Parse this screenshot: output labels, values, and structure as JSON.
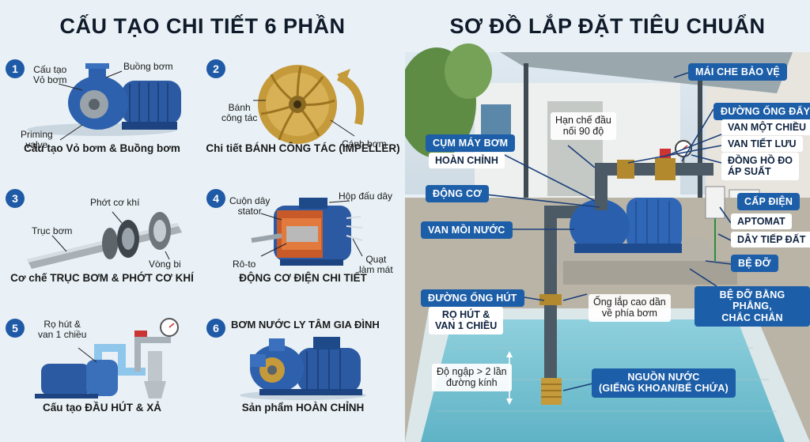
{
  "left": {
    "title": "CẤU TẠO CHI TIẾT 6 PHẦN",
    "cells": [
      {
        "num": "1",
        "caption": "Cấu tạo Vỏ bơm & Buồng bơm",
        "labels": [
          "Cấu tạo\nVỏ bơm",
          "Buồng bơm",
          "Priming\nvalve"
        ]
      },
      {
        "num": "2",
        "caption": "Chi tiết BÁNH CÔNG TÁC (IMPELLER)",
        "labels": [
          "Bánh\ncông tác",
          "Cánh bơm"
        ]
      },
      {
        "num": "3",
        "caption": "Cơ chế TRỤC BƠM & PHỚT CƠ KHÍ",
        "labels": [
          "Phớt cơ khí",
          "Trục bơm",
          "Vòng bi"
        ]
      },
      {
        "num": "4",
        "caption": "ĐỘNG CƠ ĐIỆN CHI TIẾT",
        "labels": [
          "Cuộn dây\nstator",
          "Hộp đấu dây",
          "Rô-to",
          "Quạt\nlàm mát"
        ]
      },
      {
        "num": "5",
        "caption": "Cấu tạo ĐẦU HÚT & XẢ",
        "labels": [
          "Rọ hút &\nvan 1 chiều"
        ]
      },
      {
        "num": "6",
        "caption": "Sản phẩm HOÀN CHỈNH",
        "labels": [
          "BƠM NƯỚC LY TÂM GIA ĐÌNH"
        ]
      }
    ]
  },
  "right": {
    "title": "SƠ ĐỒ LẮP ĐẶT TIÊU CHUẨN",
    "tags": {
      "roof": "MÁI CHE BẢO VỆ",
      "discharge": "ĐƯỜNG ỐNG ĐẨY",
      "check_valve": "VAN MỘT CHIỀU",
      "throttle": "VAN TIẾT LƯU",
      "gauge": "ĐỒNG HỒ ĐO\nÁP SUẤT",
      "power": "CẤP ĐIỆN",
      "breaker": "APTOMAT",
      "ground": "DÂY TIẾP ĐẤT",
      "base": "BỆ ĐỠ",
      "base_flat": "BỆ ĐỠ BẰNG PHẲNG,\nCHẮC CHẮN",
      "pump_unit": "CỤM MÁY BƠM",
      "pump_complete": "HOÀN CHỈNH",
      "motor": "ĐỘNG CƠ",
      "priming": "VAN MỒI NƯỚC",
      "suction": "ĐƯỜNG ỐNG HÚT",
      "strainer": "RỌ HÚT &\nVAN 1 CHIỀU",
      "source": "NGUỒN NƯỚC\n(GIẾNG KHOAN/BỂ CHỨA)"
    },
    "notes": {
      "elbow": "Hạn chế đầu\nnối 90 độ",
      "slope": "Ống lắp cao dần\nvề phía bơm",
      "depth": "Độ ngập > 2 lần\nđường kính"
    }
  }
}
